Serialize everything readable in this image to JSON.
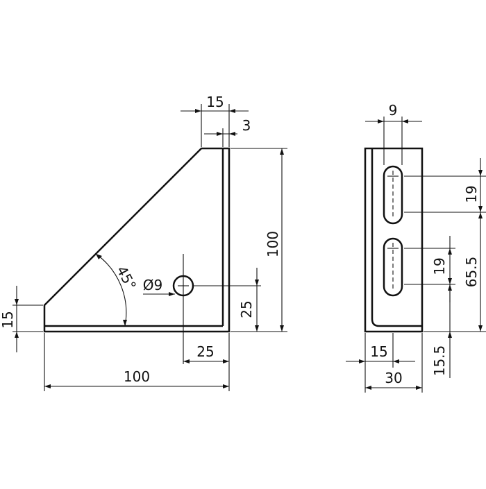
{
  "front_view": {
    "dim_top_width": "15",
    "dim_top_wall": "3",
    "dim_height": "100",
    "dim_left_lip": "15",
    "dim_angle": "45°",
    "dim_hole_diameter": "Ø9",
    "dim_hole_height": "25",
    "dim_hole_offset": "25",
    "dim_base_length": "100"
  },
  "side_view": {
    "dim_slot_width": "9",
    "dim_slot_length_upper": "19",
    "dim_slot_length_lower": "19",
    "dim_slot_spacing": "65.5",
    "dim_bottom_offset": "15.5",
    "dim_slot_center": "15",
    "dim_width": "30"
  },
  "colors": {
    "line": "#111111",
    "background": "#ffffff"
  }
}
